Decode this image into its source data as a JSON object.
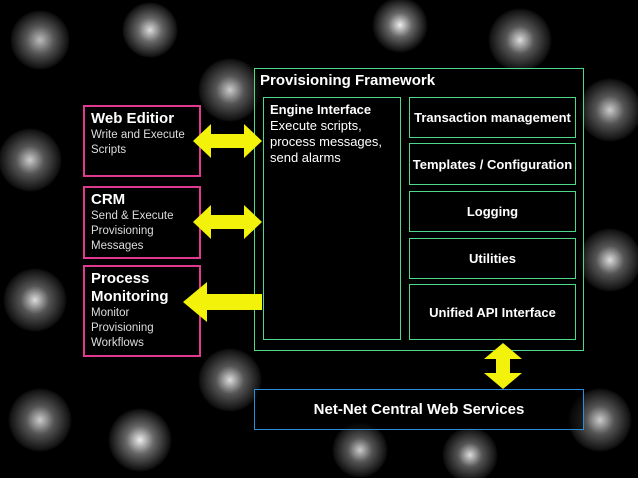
{
  "framework": {
    "title": "Provisioning Framework"
  },
  "engine": {
    "title": "Engine Interface",
    "description": "Execute scripts, process messages, send alarms"
  },
  "right_boxes": [
    {
      "label": "Transaction management"
    },
    {
      "label": "Templates / Configuration"
    },
    {
      "label": "Logging"
    },
    {
      "label": "Utilities"
    },
    {
      "label": "Unified API Interface"
    }
  ],
  "left_boxes": [
    {
      "title": "Web Editior",
      "subtitle": "Write and Execute Scripts"
    },
    {
      "title": "CRM",
      "subtitle": "Send & Execute Provisioning Messages"
    },
    {
      "title": "Process Monitoring",
      "subtitle": "Monitor Provisioning Workflows"
    }
  ],
  "central": {
    "label": "Net-Net Central Web Services"
  },
  "colors": {
    "framework_border": "#4fd88a",
    "left_border": "#e03a8e",
    "central_border": "#2b8fd8",
    "arrow": "#f2f20a"
  }
}
